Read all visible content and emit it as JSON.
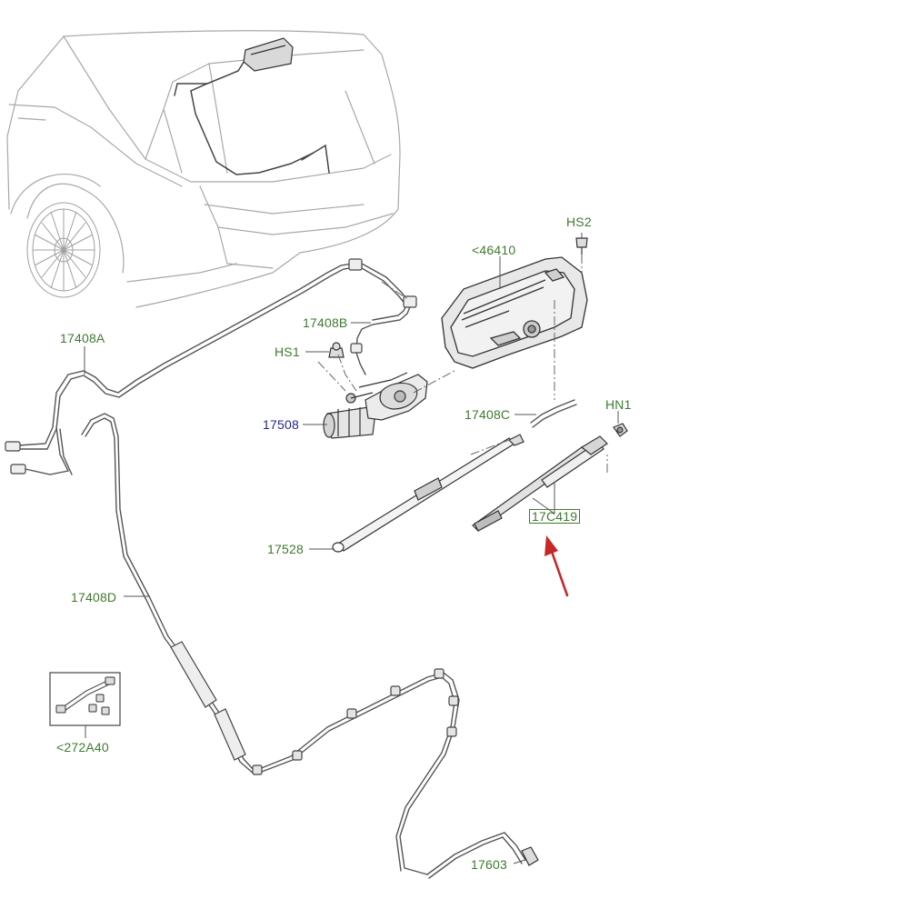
{
  "colors": {
    "label_green": "#3f7a2e",
    "label_blue": "#232a86",
    "line_gray": "#555555",
    "vehicle_gray": "#9a9a9a",
    "arrow_red": "#c62828"
  },
  "labels": {
    "hs2": "HS2",
    "p46410": "<46410",
    "p17408b": "17408B",
    "hs1": "HS1",
    "p17408a": "17408A",
    "p17408c": "17408C",
    "hn1": "HN1",
    "p17508": "17508",
    "p17c419": "17C419",
    "p17528": "17528",
    "p17408d": "17408D",
    "p272a40": "<272A40",
    "p17603": "17603"
  },
  "highlight": {
    "part": "17C419",
    "indicator": "red-arrow"
  }
}
